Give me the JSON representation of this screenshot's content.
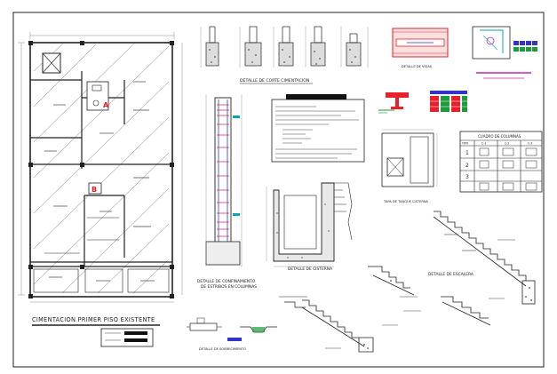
{
  "sheet": {
    "title": "CIMENTACION PRIMER PISO EXISTENTE",
    "labels": {
      "cimentacion_corte": "DETALLE DE CORTE CIMENTACION",
      "confinamiento": "DETALLE DE CONFINAMIENTO",
      "confinamiento_sub": "DE ESTRIBOS EN COLUMNAS",
      "cisterna": "DETALLE DE CISTERNA",
      "escalera": "DETALLE DE ESCALERA",
      "tapa_tanque": "TAPA DE TANQUE CISTERNA",
      "sobrecimiento": "DETALLE DE SOBRECIMIENTO",
      "cuadro_columnas": "CUADRO DE COLUMNAS",
      "vigas": "DETALLE DE VIGAS"
    },
    "column_table": {
      "header": [
        "TIPO",
        "C-1",
        "C-2",
        "C-3"
      ],
      "row_ids": [
        "1",
        "2",
        "3"
      ]
    },
    "colors": {
      "line": "#1a1a1a",
      "red": "#e8202a",
      "blue": "#3333cc",
      "cyan": "#0aa6b8",
      "green": "#1d9a3a",
      "magenta": "#c02aa8"
    }
  }
}
